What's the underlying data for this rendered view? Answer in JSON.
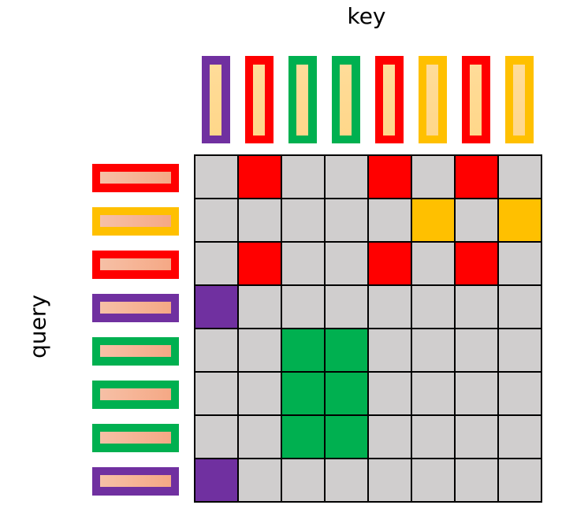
{
  "labels": {
    "key": "key",
    "query": "query"
  },
  "colors": {
    "purple": "#7030a0",
    "red": "#ff0000",
    "green": "#00b050",
    "yellow": "#ffc000",
    "empty": "#d0cece"
  },
  "keys": [
    "purple",
    "red",
    "green",
    "green",
    "red",
    "yellow",
    "red",
    "yellow"
  ],
  "queries": [
    "red",
    "yellow",
    "red",
    "purple",
    "green",
    "green",
    "green",
    "purple"
  ],
  "matrix": [
    [
      "empty",
      "red",
      "empty",
      "empty",
      "red",
      "empty",
      "red",
      "empty"
    ],
    [
      "empty",
      "empty",
      "empty",
      "empty",
      "empty",
      "yellow",
      "empty",
      "yellow"
    ],
    [
      "empty",
      "red",
      "empty",
      "empty",
      "red",
      "empty",
      "red",
      "empty"
    ],
    [
      "purple",
      "empty",
      "empty",
      "empty",
      "empty",
      "empty",
      "empty",
      "empty"
    ],
    [
      "empty",
      "empty",
      "green",
      "green",
      "empty",
      "empty",
      "empty",
      "empty"
    ],
    [
      "empty",
      "empty",
      "green",
      "green",
      "empty",
      "empty",
      "empty",
      "empty"
    ],
    [
      "empty",
      "empty",
      "green",
      "green",
      "empty",
      "empty",
      "empty",
      "empty"
    ],
    [
      "purple",
      "empty",
      "empty",
      "empty",
      "empty",
      "empty",
      "empty",
      "empty"
    ]
  ]
}
